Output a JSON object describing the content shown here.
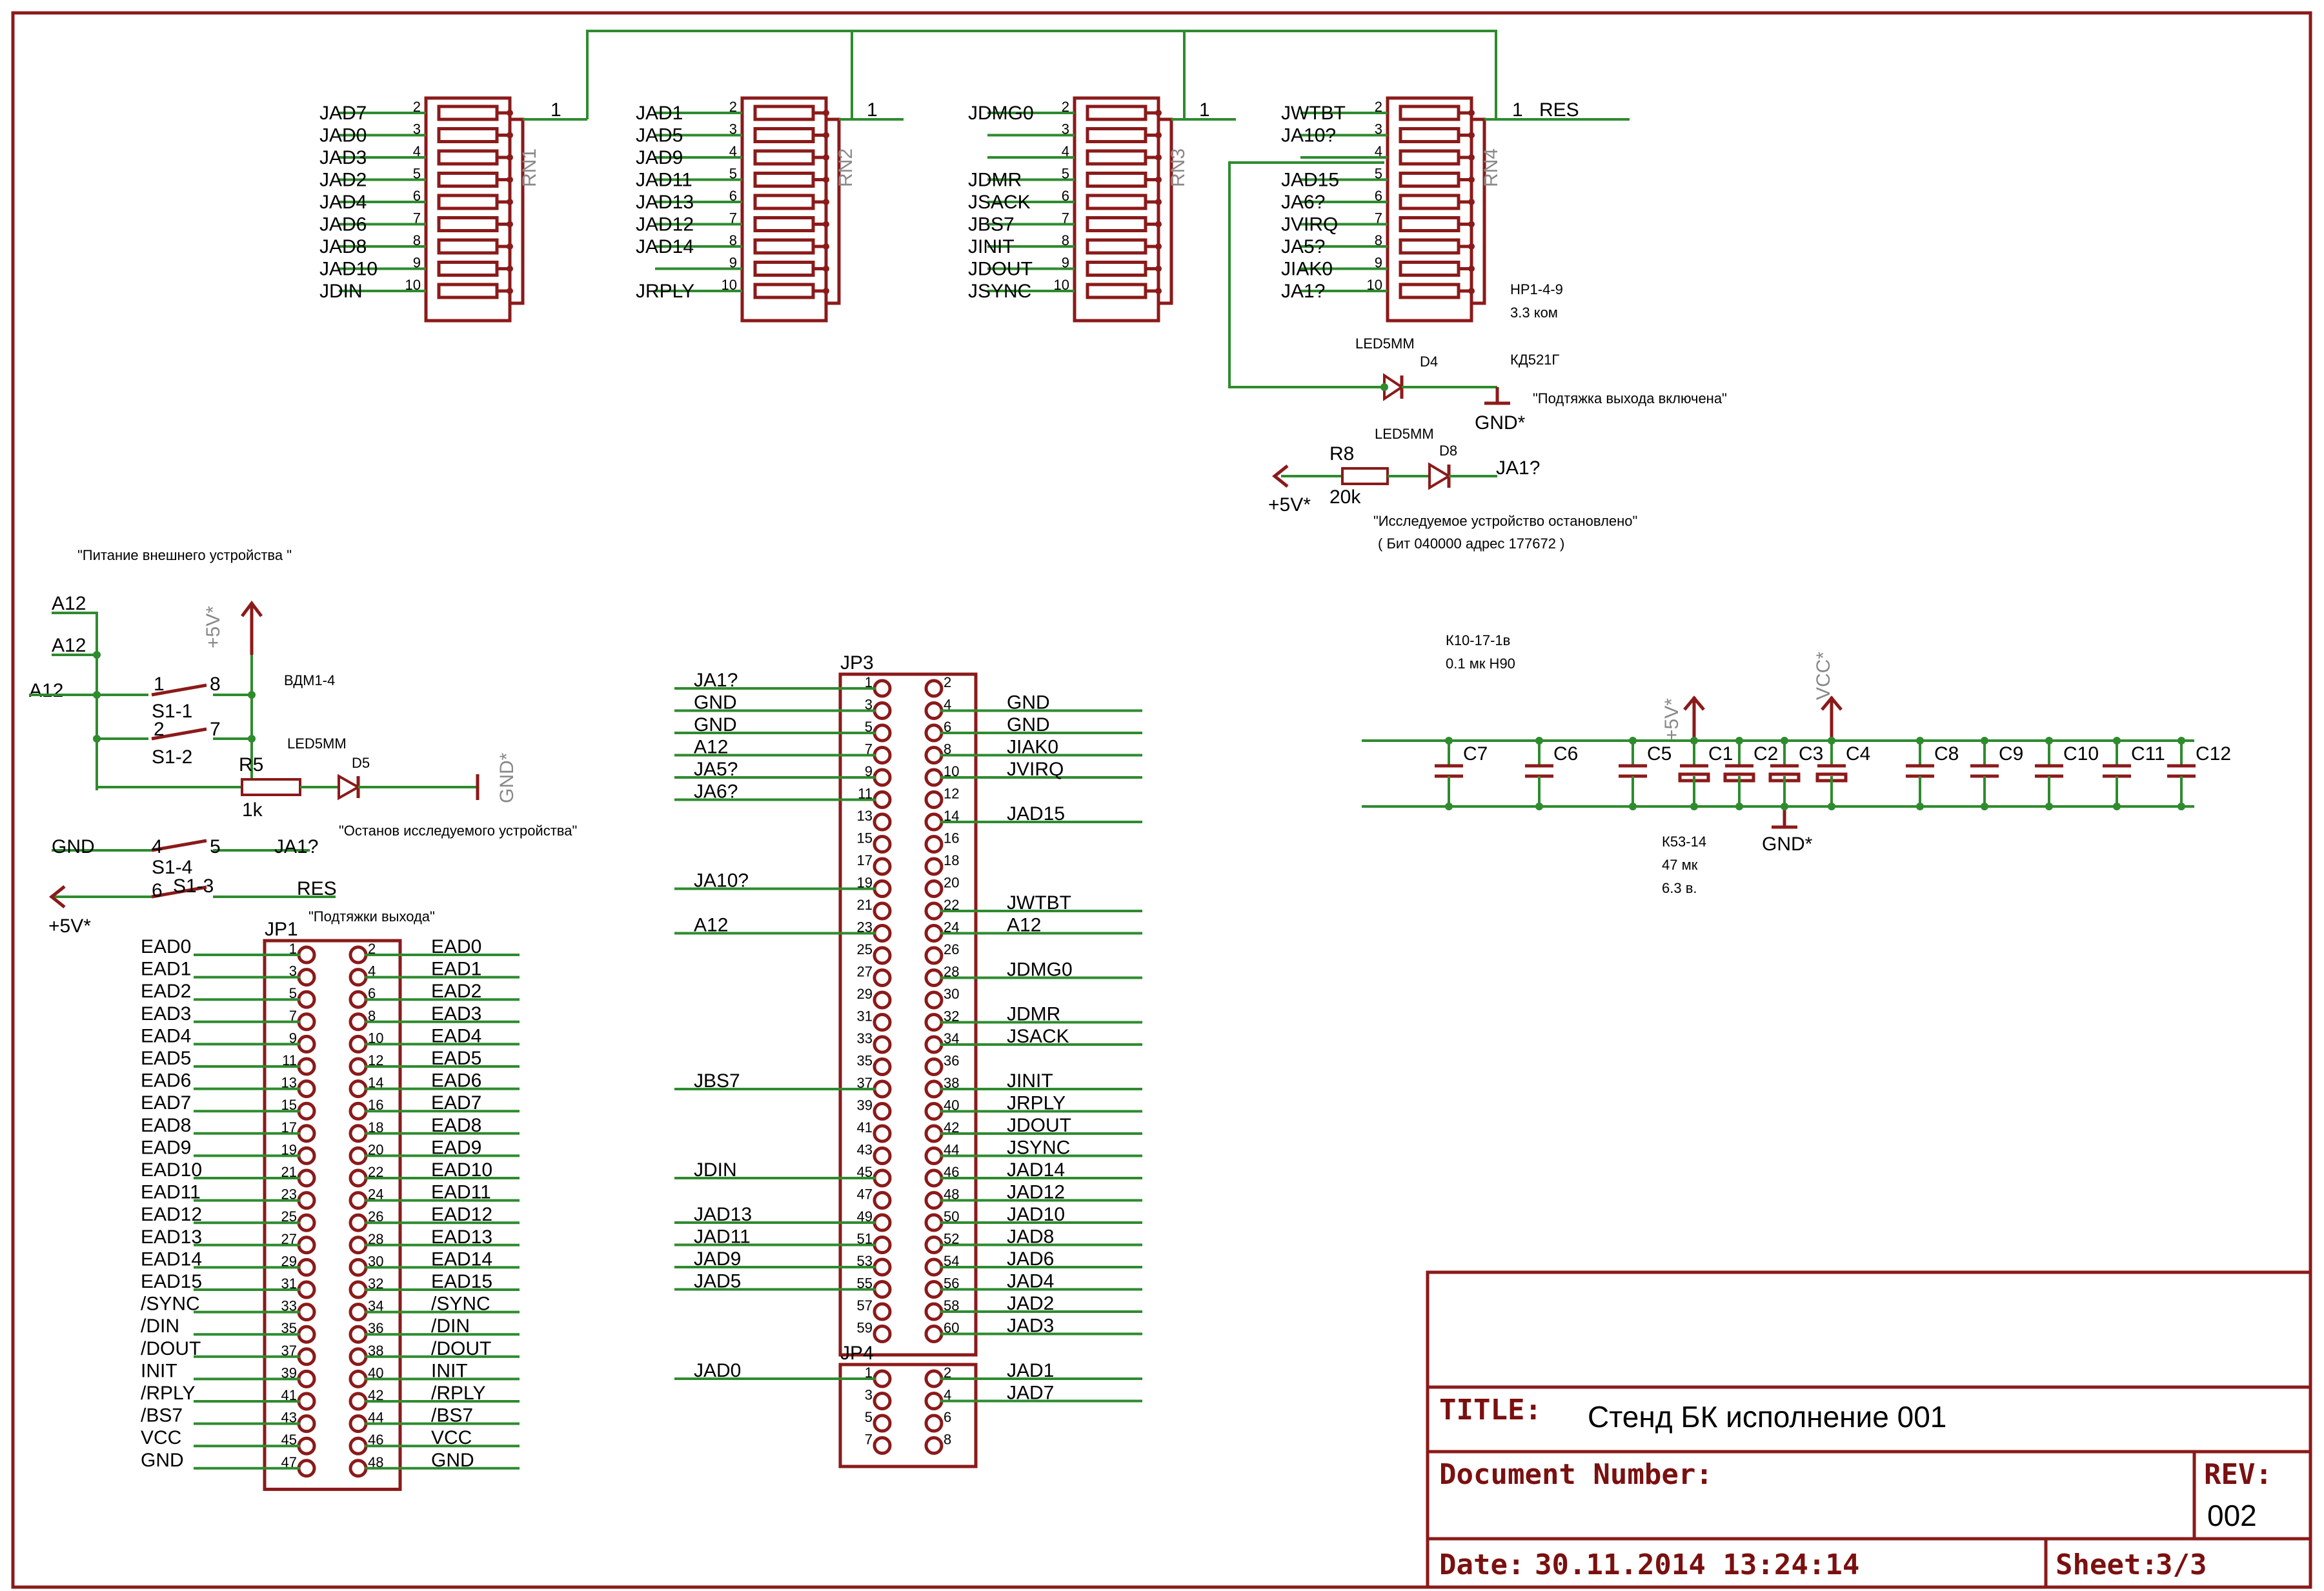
{
  "colors": {
    "wire": "#2e8b2e",
    "part": "#8b1a1a",
    "text": "#000000"
  },
  "rn": [
    {
      "name": "RN1",
      "com": "1",
      "labels": [
        "JAD7",
        "JAD0",
        "JAD3",
        "JAD2",
        "JAD4",
        "JAD6",
        "JAD8",
        "JAD10",
        "JDIN"
      ],
      "pins": [
        "2",
        "3",
        "4",
        "5",
        "6",
        "7",
        "8",
        "9",
        "10"
      ]
    },
    {
      "name": "RN2",
      "com": "1",
      "labels": [
        "JAD1",
        "JAD5",
        "JAD9",
        "JAD11",
        "JAD13",
        "JAD12",
        "JAD14",
        "",
        "JRPLY"
      ],
      "pins": [
        "2",
        "3",
        "4",
        "5",
        "6",
        "7",
        "8",
        "9",
        "10"
      ]
    },
    {
      "name": "RN3",
      "com": "1",
      "labels": [
        "JDMG0",
        "",
        "",
        "JDMR",
        "JSACK",
        "JBS7",
        "JINIT",
        "JDOUT",
        "JSYNC"
      ],
      "pins": [
        "2",
        "3",
        "4",
        "5",
        "6",
        "7",
        "8",
        "9",
        "10"
      ]
    },
    {
      "name": "RN4",
      "com": "1",
      "labels": [
        "JWTBT",
        "JA10?",
        "",
        "JAD15",
        "JA6?",
        "JVIRQ",
        "JA5?",
        "JIAK0",
        "JA1?"
      ],
      "pins": [
        "2",
        "3",
        "4",
        "5",
        "6",
        "7",
        "8",
        "9",
        "10"
      ]
    }
  ],
  "res_label": "RES",
  "hp_note": [
    "HP1-4-9",
    "3.3 ком"
  ],
  "led4": {
    "ref": "D4",
    "part": "LED5MM"
  },
  "kd_note": "КД521Г",
  "pullup_note": "\"Подтяжка выхода включена\"",
  "gnd": "GND*",
  "led8": {
    "ref": "D8",
    "part": "LED5MM"
  },
  "r8": {
    "ref": "R8",
    "value": "20k"
  },
  "ja1": "JA1?",
  "p5v": "+5V*",
  "stopped_note": [
    "\"Исследуемое устройство остановлено\"",
    "( Бит 040000  адрес  177672 )"
  ],
  "power_note": "\"Питание  внешнего  устройства \"",
  "a12": "A12",
  "vdm": "ВДМ1-4",
  "s1": [
    "S1-1",
    "S1-2",
    "S1-4",
    "S1-3"
  ],
  "s1pins": [
    "1",
    "8",
    "2",
    "7",
    "4",
    "5",
    "6",
    "3"
  ],
  "led5": {
    "ref": "D5",
    "part": "LED5MM"
  },
  "r5": {
    "ref": "R5",
    "value": "1k"
  },
  "stop_note": "\"Останов исследуемого устройства\"",
  "gnd_plain": "GND",
  "res": "RES",
  "pull_note": "\"Подтяжки  выхода\"",
  "jp1": {
    "ref": "JP1",
    "left": [
      "EAD0",
      "EAD1",
      "EAD2",
      "EAD3",
      "EAD4",
      "EAD5",
      "EAD6",
      "EAD7",
      "EAD8",
      "EAD9",
      "EAD10",
      "EAD11",
      "EAD12",
      "EAD13",
      "EAD14",
      "EAD15",
      "/SYNC",
      "/DIN",
      "/DOUT",
      "INIT",
      "/RPLY",
      "/BS7",
      "VCC",
      "GND"
    ],
    "right": [
      "EAD0",
      "EAD1",
      "EAD2",
      "EAD3",
      "EAD4",
      "EAD5",
      "EAD6",
      "EAD7",
      "EAD8",
      "EAD9",
      "EAD10",
      "EAD11",
      "EAD12",
      "EAD13",
      "EAD14",
      "EAD15",
      "/SYNC",
      "/DIN",
      "/DOUT",
      "INIT",
      "/RPLY",
      "/BS7",
      "VCC",
      "GND"
    ]
  },
  "jp3": {
    "ref": "JP3",
    "left": [
      "JA1?",
      "GND",
      "GND",
      "A12",
      "JA5?",
      "JA6?",
      "",
      "",
      "",
      "JA10?",
      "",
      "A12",
      "",
      "",
      "",
      "",
      "",
      "",
      "JBS7",
      "",
      "",
      "",
      "JDIN",
      "",
      "JAD13",
      "JAD11",
      "JAD9",
      "JAD5",
      "",
      ""
    ],
    "right": [
      "",
      "GND",
      "GND",
      "JIAK0",
      "JVIRQ",
      "",
      "JAD15",
      "",
      "",
      "",
      "JWTBT",
      "A12",
      "",
      "JDMG0",
      "",
      "JDMR",
      "JSACK",
      "",
      "JINIT",
      "JRPLY",
      "JDOUT",
      "JSYNC",
      "JAD14",
      "JAD12",
      "JAD10",
      "JAD8",
      "JAD6",
      "JAD4",
      "JAD2",
      "JAD3"
    ]
  },
  "jp4": {
    "ref": "JP4",
    "left": [
      "JAD0",
      "",
      "",
      ""
    ],
    "right": [
      "JAD1",
      "JAD7",
      "",
      ""
    ]
  },
  "cap_note": [
    "К10-17-1в",
    "0.1 мк   Н90"
  ],
  "caps": [
    "C7",
    "C6",
    "C5",
    "C1",
    "C2",
    "C3",
    "C4",
    "C8",
    "C9",
    "C10",
    "C11",
    "C12"
  ],
  "vcc": "VCC*",
  "k53_note": [
    "К53-14",
    "47 мк",
    "6.3 в."
  ],
  "titleblock": {
    "title_label": "TITLE:",
    "title": "Стенд  БК     исполнение  001",
    "docnum_label": "Document Number:",
    "rev_label": "REV:",
    "rev": "002",
    "date_label": "Date:",
    "date": "30.11.2014 13:24:14",
    "sheet_label": "Sheet:",
    "sheet": "3/3"
  }
}
